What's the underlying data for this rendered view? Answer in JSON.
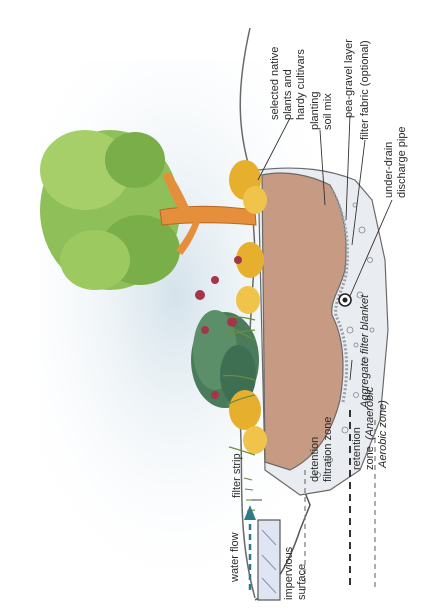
{
  "labels": {
    "selected_native_plants_1": "selected native",
    "selected_native_plants_2": "plants and",
    "selected_native_plants_3": "hardy cultivars",
    "planting_soil_mix_1": "planting",
    "planting_soil_mix_2": "soil mix",
    "pea_gravel_layer": "pea-gravel layer",
    "filter_fabric": "filter fabric (optional)",
    "under_drain_1": "under-drain",
    "under_drain_2": "discharge pipe",
    "filter_strip": "filter strip",
    "water_flow": "water flow",
    "impervious_1": "impervious",
    "impervious_2": "surface",
    "detention_1": "detention",
    "detention_2": "filtration zone",
    "retention_1": "retention",
    "retention_2": "zone",
    "anaerobic": "(Anaerobic",
    "aerobic": "Aerobic zone)",
    "aggregate_filter": "Aggregate filter blanket"
  },
  "colors": {
    "soil": "#c79a84",
    "gravel": "#e9ecf0",
    "tree_canopy": "#8fbf58",
    "tree_trunk": "#e58f3c",
    "cypress": "#4a7c5c",
    "shrub": "#e6b02e",
    "sky": "#d9e6ee",
    "flow_arrow": "#2f7c89"
  }
}
